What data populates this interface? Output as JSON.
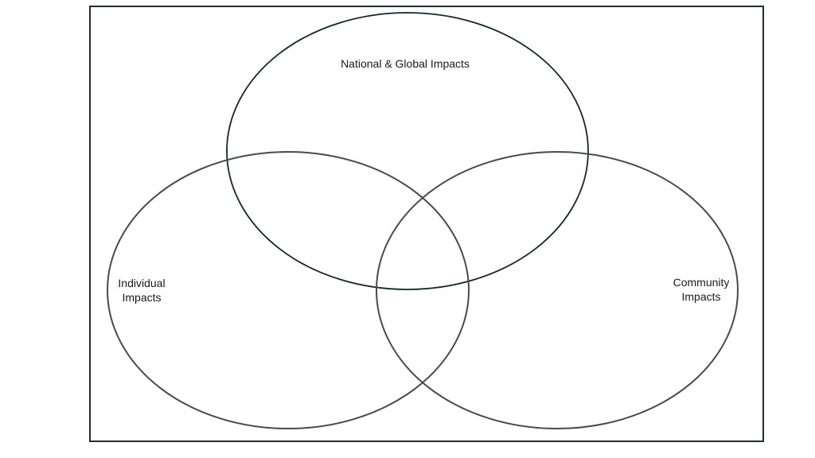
{
  "diagram": {
    "type": "venn-3",
    "sets": {
      "top": {
        "label": "National & Global Impacts"
      },
      "left": {
        "line1": "Individual",
        "line2": "Impacts"
      },
      "right": {
        "line1": "Community",
        "line2": "Impacts"
      }
    },
    "colors": {
      "frame": "#1f2f3a",
      "top_circle": "#102733",
      "side_circles": "#4a4a4a",
      "text": "#1a1a1a"
    }
  }
}
